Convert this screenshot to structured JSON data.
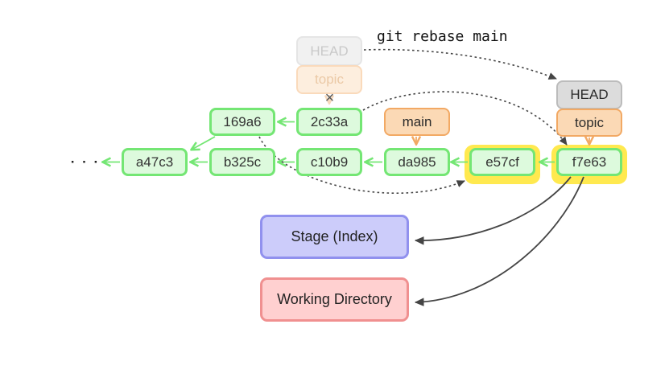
{
  "labels": {
    "command": "git rebase main",
    "ellipsis": "· · ·",
    "broken_link": "×"
  },
  "nodes": {
    "a47c3": "a47c3",
    "b325c": "b325c",
    "c10b9": "c10b9",
    "da985": "da985",
    "e57cf": "e57cf",
    "f7e63": "f7e63",
    "169a6": "169a6",
    "2c33a": "2c33a"
  },
  "refs": {
    "head_old": "HEAD",
    "topic_old": "topic",
    "head_new": "HEAD",
    "topic_new": "topic",
    "main": "main"
  },
  "areas": {
    "stage": "Stage (Index)",
    "working": "Working Directory"
  },
  "colors": {
    "commit_green_border": "#74e674",
    "commit_green_fill": "#ddfadd",
    "ref_orange_border": "#f2a964",
    "ref_orange_fill": "#fbd9b5",
    "head_gray_border": "#bcbcbc",
    "head_gray_fill": "#dcdcdc",
    "highlight_yellow": "#ffe94f",
    "stage_purple_border": "#9191ee",
    "stage_purple_fill": "#ccccfa",
    "working_red_border": "#f09090",
    "working_red_fill": "#ffd0d0",
    "arrow_dark": "#454545"
  }
}
